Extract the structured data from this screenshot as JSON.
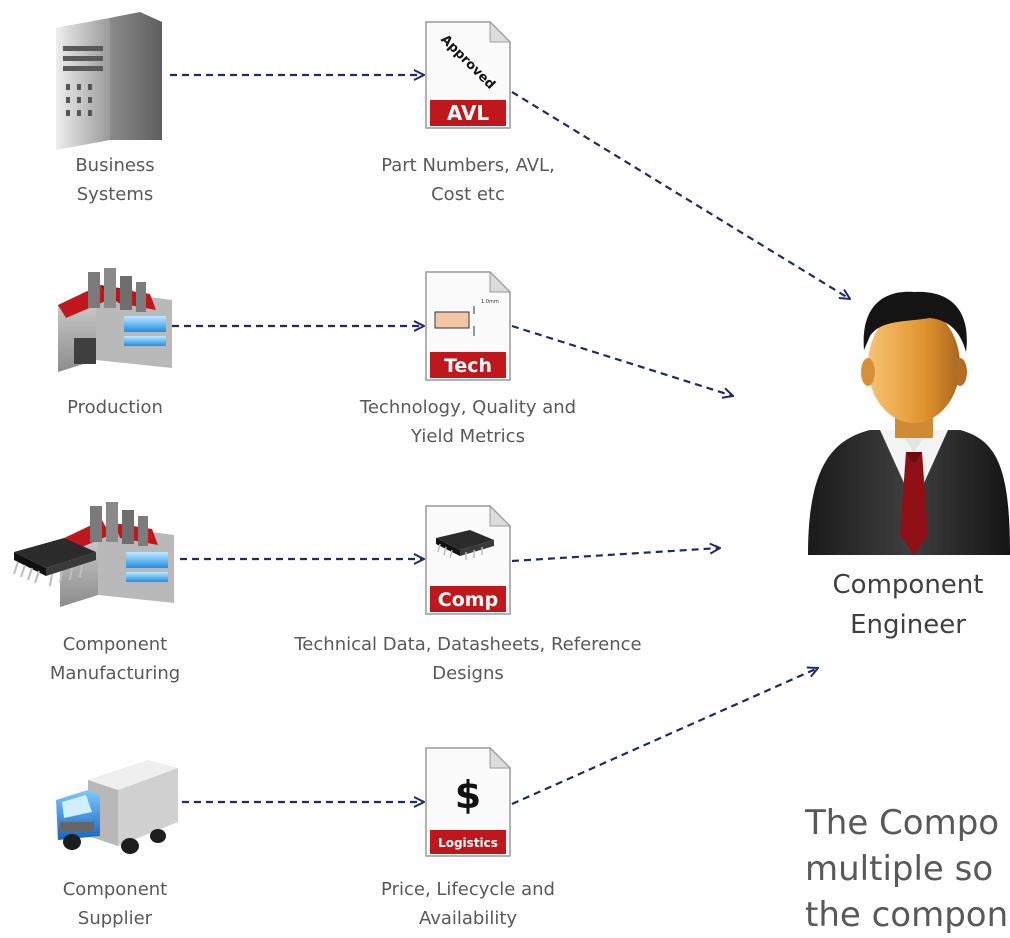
{
  "sources": [
    {
      "label_lines": [
        "Business",
        "Systems"
      ],
      "icon": "server-icon"
    },
    {
      "label_lines": [
        "Production"
      ],
      "icon": "factory-icon"
    },
    {
      "label_lines": [
        "Component",
        "Manufacturing"
      ],
      "icon": "factory-chip-icon"
    },
    {
      "label_lines": [
        "Component",
        "Supplier"
      ],
      "icon": "truck-icon"
    }
  ],
  "documents": [
    {
      "tag": "AVL",
      "stamp": "Approved",
      "label_lines": [
        "Part Numbers, AVL,",
        "Cost etc"
      ],
      "icon": "approved-document-icon"
    },
    {
      "tag": "Tech",
      "dimension": "1.0mm",
      "label_lines": [
        "Technology, Quality and",
        "Yield Metrics"
      ],
      "icon": "tech-document-icon"
    },
    {
      "tag": "Comp",
      "label_lines": [
        "Technical Data, Datasheets, Reference",
        "Designs"
      ],
      "icon": "chip-document-icon"
    },
    {
      "tag": "Logistics",
      "symbol": "$",
      "label_lines": [
        "Price, Lifecycle and",
        "Availability"
      ],
      "icon": "dollar-document-icon"
    }
  ],
  "engineer": {
    "label_lines": [
      "Component",
      "Engineer"
    ],
    "icon": "engineer-icon"
  },
  "caption_lines": [
    "The Compo",
    "multiple so",
    "the compon"
  ],
  "colors": {
    "arrow": "#1f2a6b",
    "doc_band": "#c0171c",
    "label": "#595959"
  }
}
